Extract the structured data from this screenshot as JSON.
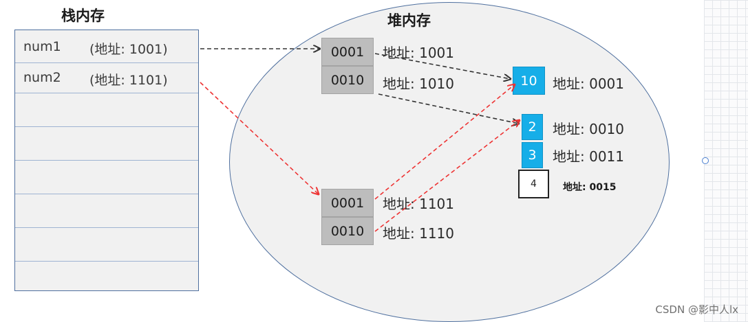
{
  "stack": {
    "title": "栈内存",
    "rows": [
      {
        "name": "num1",
        "addr": "(地址: 1001)"
      },
      {
        "name": "num2",
        "addr": "(地址: 1101)"
      },
      {
        "name": "",
        "addr": ""
      },
      {
        "name": "",
        "addr": ""
      },
      {
        "name": "",
        "addr": ""
      },
      {
        "name": "",
        "addr": ""
      },
      {
        "name": "",
        "addr": ""
      }
    ]
  },
  "heap": {
    "title": "堆内存",
    "array1": {
      "cells": [
        "0001",
        "0010"
      ],
      "addresses": [
        "地址: 1001",
        "地址: 1010"
      ]
    },
    "array2": {
      "cells": [
        "0001",
        "0010"
      ],
      "addresses": [
        "地址: 1101",
        "地址: 1110"
      ]
    },
    "value_10": {
      "value": "10",
      "address": "地址: 0001"
    },
    "values": [
      {
        "value": "2",
        "address": "地址: 0010"
      },
      {
        "value": "3",
        "address": "地址: 0011"
      }
    ],
    "value_4": {
      "value": "4",
      "address": "地址: 0015"
    }
  },
  "colors": {
    "black_arrow": "#333333",
    "red_arrow": "#ee3333",
    "blue_cell": "#16aee8"
  },
  "watermark": "CSDN @影中人lx"
}
